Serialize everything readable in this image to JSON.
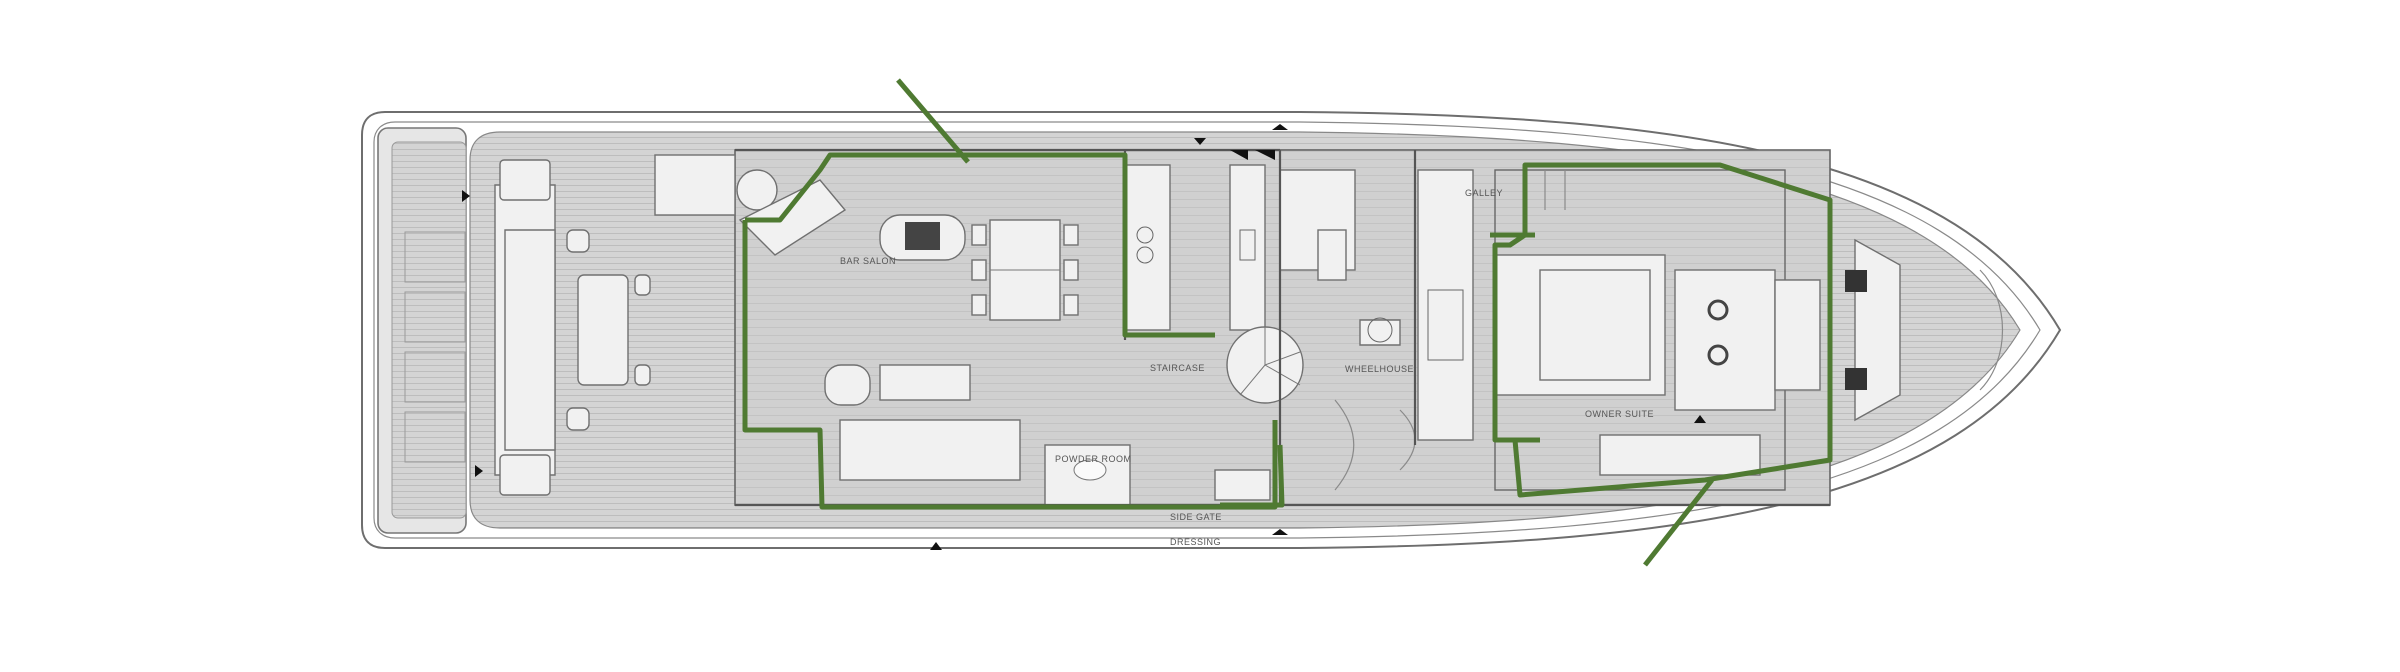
{
  "labels": {
    "aft_salon_dining": "BAR SALON",
    "staircase": "STAIRCASE",
    "wheelhouse": "WHEELHOUSE",
    "day_head": "POWDER ROOM",
    "owner_suite": "OWNER SUITE",
    "galley": "GALLEY",
    "side_gate": "SIDE GATE",
    "wardrobe": "DRESSING"
  },
  "colors": {
    "hull_fill": "#d8d8d8",
    "deck_fill": "#cfcfcf",
    "outline": "#6e6e6e",
    "accent_green": "#4f7a32",
    "arrow": "#111111"
  }
}
